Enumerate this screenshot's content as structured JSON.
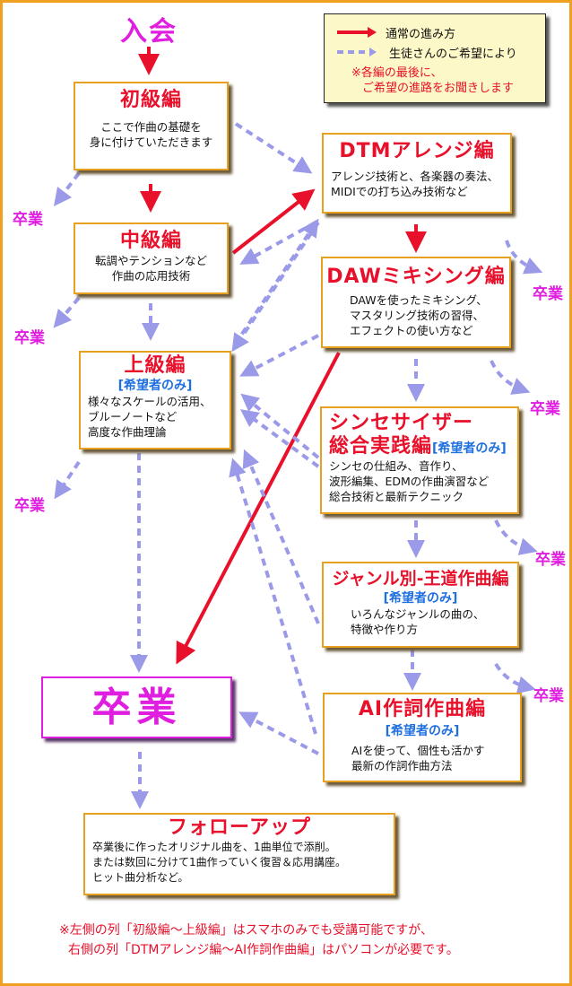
{
  "entry_label": "入会",
  "legend": {
    "normal_path": "通常の進み方",
    "optional_path": "生徒さんのご希望により",
    "note_line1": "※各編の最後に、",
    "note_line2": "ご希望の進路をお聞きします"
  },
  "colors": {
    "frame": "#f0a020",
    "title_red": "#e8102a",
    "optional_blue": "#1e6fe0",
    "graduation_magenta": "#e01ee0",
    "dashed_arrow": "#9a9ae8",
    "legend_bg": "#fdf8c8"
  },
  "courses": {
    "beginner": {
      "title": "初級編",
      "desc": [
        "ここで作曲の基礎を",
        "身に付けていただきます"
      ]
    },
    "intermediate": {
      "title": "中級編",
      "desc": [
        "転調やテンションなど",
        "作曲の応用技術"
      ]
    },
    "advanced": {
      "title": "上級編",
      "tag": "[希望者のみ]",
      "desc": [
        "様々なスケールの活用、",
        "ブルーノートなど",
        "高度な作曲理論"
      ]
    },
    "dtm_arrange": {
      "title": "DTMアレンジ編",
      "desc": [
        "アレンジ技術と、各楽器の奏法、",
        "MIDIでの打ち込み技術など"
      ]
    },
    "daw_mixing": {
      "title": "DAWミキシング編",
      "desc": [
        "DAWを使ったミキシング、",
        "マスタリング技術の習得、",
        "エフェクトの使い方など"
      ]
    },
    "synth": {
      "title_line1": "シンセサイザー",
      "title_line2": "総合実践編",
      "tag": "[希望者のみ]",
      "desc": [
        "シンセの仕組み、音作り、",
        "波形編集、EDMの作曲演習など",
        "総合技術と最新テクニック"
      ]
    },
    "genre": {
      "title": "ジャンル別-王道作曲編",
      "tag": "[希望者のみ]",
      "desc": [
        "いろんなジャンルの曲の、",
        "特徴や作り方"
      ]
    },
    "ai": {
      "title": "AI作詞作曲編",
      "tag": "[希望者のみ]",
      "desc": [
        "AIを使って、個性も活かす",
        "最新の作詞作曲方法"
      ]
    },
    "followup": {
      "title": "フォローアップ",
      "desc": [
        "卒業後に作ったオリジナル曲を、1曲単位で添削。",
        "または数回に分けて1曲作っていく復習＆応用講座。",
        "ヒット曲分析など。"
      ]
    }
  },
  "graduation_label": "卒業",
  "graduation_main": "卒業",
  "footnote": {
    "line1": "※左側の列「初級編～上級編」はスマホのみでも受講可能ですが、",
    "line2": "右側の列「DTMアレンジ編～AI作詞作曲編」はパソコンが必要です。"
  }
}
